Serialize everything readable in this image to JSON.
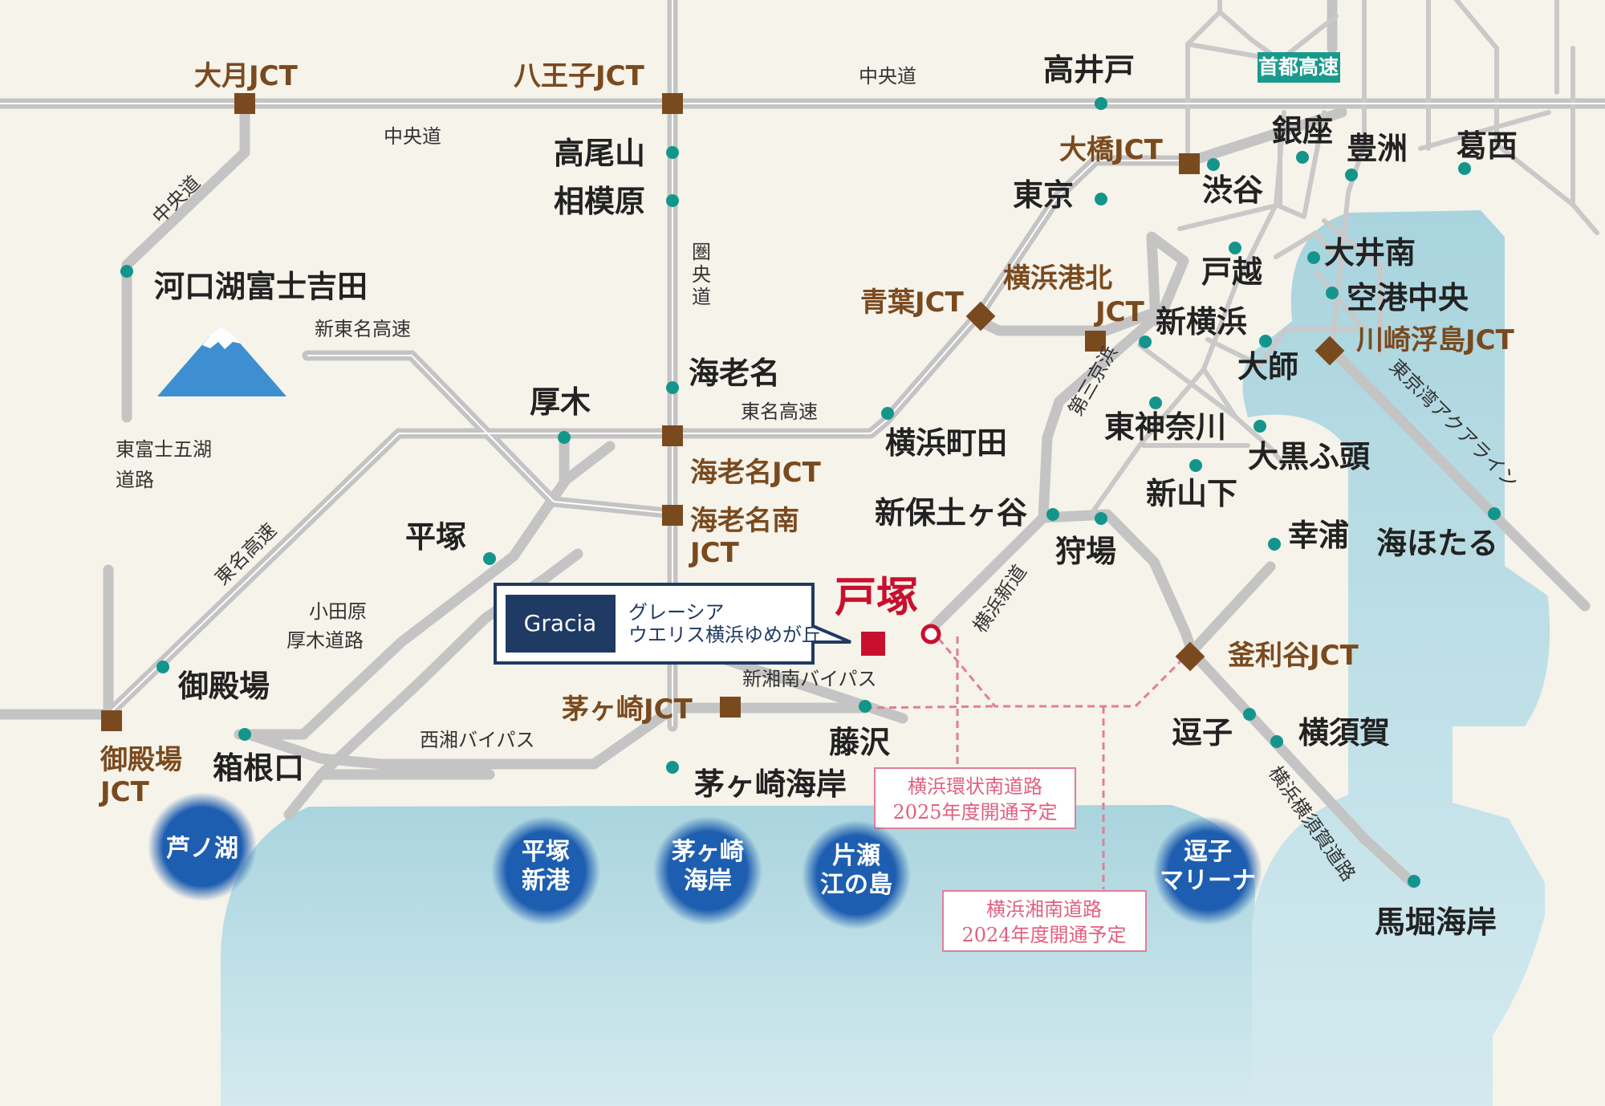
{
  "colors": {
    "background": "#f6f3ea",
    "sea": "#a9d4de",
    "road": "#c4c4c4",
    "station": "#14958c",
    "junction": "#7a4a1f",
    "junction_text": "#7a4a1f",
    "highlight": "#c8102e",
    "planned": "#e07f97",
    "spot": "#1e5eb0",
    "badge": "#1a9a8c",
    "callout": "#1f3a63"
  },
  "badge": {
    "label": "首都高速"
  },
  "property": {
    "brand": "Gracia",
    "name_line1": "グレーシア",
    "name_line2": "ウエリス横浜ゆめが丘",
    "highlight_label": "戸塚"
  },
  "places": [
    "高井戸",
    "高尾山",
    "相模原",
    "河口湖富士吉田",
    "海老名",
    "厚木",
    "東京",
    "渋谷",
    "銀座",
    "豊洲",
    "葛西",
    "大井南",
    "空港中央",
    "戸越",
    "新横浜",
    "大師",
    "東神奈川",
    "大黒ふ頭",
    "新山下",
    "横浜町田",
    "新保土ヶ谷",
    "狩場",
    "幸浦",
    "海ほたる",
    "平塚",
    "御殿場",
    "箱根口",
    "藤沢",
    "茅ヶ崎海岸",
    "逗子",
    "横須賀",
    "馬堀海岸"
  ],
  "junctions": [
    "大月JCT",
    "八王子JCT",
    "大橋JCT",
    "青葉JCT",
    "横浜港北",
    "JCT",
    "川崎浮島JCT",
    "海老名JCT",
    "海老名南",
    "JCT",
    "釜利谷JCT",
    "茅ヶ崎JCT",
    "御殿場",
    "JCT"
  ],
  "road_labels": [
    "中央道",
    "中央道",
    "中央道",
    "圏",
    "央",
    "道",
    "新東名高速",
    "東名高速",
    "東富士五湖",
    "道路",
    "東名高速",
    "小田原",
    "厚木道路",
    "第三京浜",
    "東京湾アクアライン",
    "横浜新道",
    "新湘南バイパス",
    "西湘バイパス",
    "横浜横須賀道路"
  ],
  "spots": [
    {
      "line1": "芦ノ湖",
      "line2": ""
    },
    {
      "line1": "平塚",
      "line2": "新港"
    },
    {
      "line1": "茅ヶ崎",
      "line2": "海岸"
    },
    {
      "line1": "片瀬",
      "line2": "江の島"
    },
    {
      "line1": "逗子",
      "line2": "マリーナ"
    }
  ],
  "planned_roads": [
    {
      "line1": "横浜環状南道路",
      "line2": "2025年度開通予定"
    },
    {
      "line1": "横浜湘南道路",
      "line2": "2024年度開通予定"
    }
  ]
}
